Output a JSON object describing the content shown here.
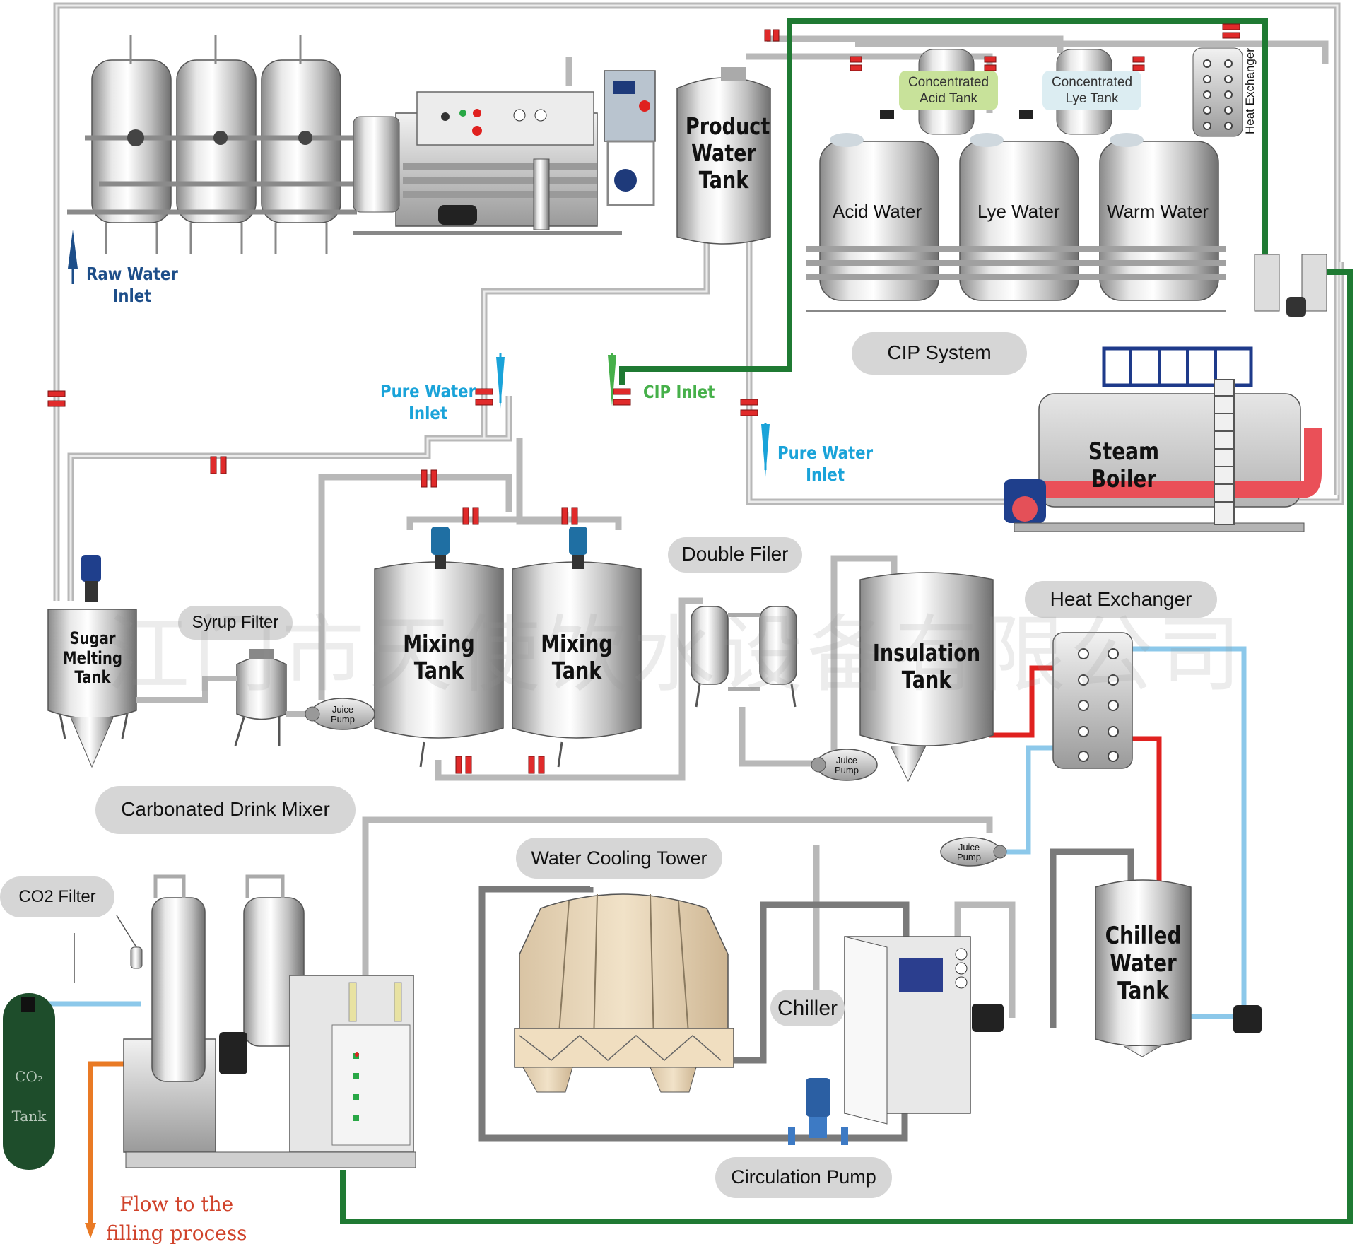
{
  "colors": {
    "pipe_gray": "#c4c4c4",
    "pipe_dark": "#707070",
    "pipe_green": "#1f7a33",
    "pipe_red": "#e0211f",
    "pipe_lightblue": "#8cc8ea",
    "pipe_orange": "#e97a25",
    "raw_water_blue": "#1d4e89",
    "pure_water_cyan": "#1aa3d9",
    "cip_green": "#46b04a",
    "co2_tank": "#1e4d2b",
    "flow_text": "#d0432b"
  },
  "labels": {
    "raw_water_inlet": [
      "Raw Water",
      "Inlet"
    ],
    "product_water_tank": [
      "Product",
      "Water",
      "Tank"
    ],
    "concentrated_acid_tank": [
      "Concentrated",
      "Acid Tank"
    ],
    "concentrated_lye_tank": [
      "Concentrated",
      "Lye Tank"
    ],
    "heat_exchanger_top": "Heat Exchanger",
    "acid_water": "Acid Water",
    "lye_water": "Lye Water",
    "warm_water": "Warm Water",
    "cip_system": "CIP System",
    "pure_water_inlet_left": [
      "Pure Water",
      "Inlet"
    ],
    "cip_inlet": "CIP Inlet",
    "pure_water_inlet_right": [
      "Pure Water",
      "Inlet"
    ],
    "steam_boiler": "Steam Boiler",
    "double_filer": "Double Filer",
    "heat_exchanger_mid": "Heat Exchanger",
    "syrup_filter": "Syrup Filter",
    "sugar_melting_tank": [
      "Sugar",
      "Melting Tank"
    ],
    "mixing_tank_1": "Mixing Tank",
    "mixing_tank_2": "Mixing Tank",
    "insulation_tank": [
      "Insulation",
      "Tank"
    ],
    "juice_pump": [
      "Juice",
      "Pump"
    ],
    "carbonated_drink_mixer": "Carbonated Drink Mixer",
    "co2_filter": "CO2 Filter",
    "water_cooling_tower": "Water Cooling Tower",
    "chiller": "Chiller",
    "chilled_water_tank": [
      "Chilled",
      "Water",
      "Tank"
    ],
    "co2_tank": [
      "CO₂",
      "Tank"
    ],
    "circulation_pump": "Circulation Pump",
    "flow_to_filling": [
      "Flow to the",
      "filling process"
    ],
    "watermark": "江门市天使饮水设备有限公司"
  }
}
